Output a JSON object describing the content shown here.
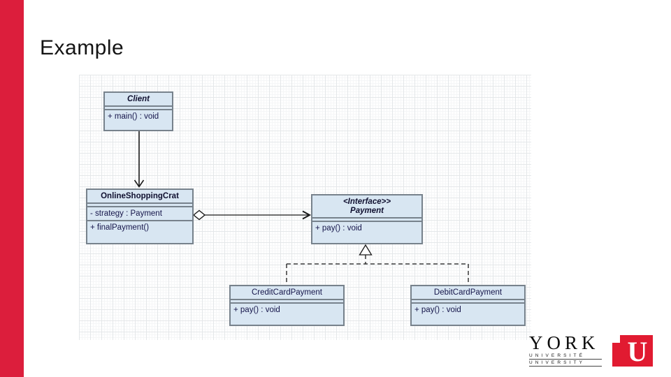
{
  "slide": {
    "title": "Example"
  },
  "diagram": {
    "classes": {
      "client": {
        "name": "Client",
        "members": [
          "+ main() : void"
        ]
      },
      "cart": {
        "name": "OnlineShoppingCrat",
        "attribute": "- strategy : Payment",
        "method": "+ finalPayment()"
      },
      "payment": {
        "stereotype": "<Interface>>",
        "name": "Payment",
        "method": "+ pay() : void"
      },
      "credit": {
        "name": "CreditCardPayment",
        "method": "+ pay() : void"
      },
      "debit": {
        "name": "DebitCardPayment",
        "method": "+ pay() : void"
      }
    },
    "relationships": [
      {
        "from": "Client",
        "to": "OnlineShoppingCrat",
        "type": "directed-association"
      },
      {
        "from": "OnlineShoppingCrat",
        "to": "Payment",
        "type": "aggregation"
      },
      {
        "from": "CreditCardPayment",
        "to": "Payment",
        "type": "realization"
      },
      {
        "from": "DebitCardPayment",
        "to": "Payment",
        "type": "realization"
      }
    ]
  },
  "logo": {
    "wordmark": "YORK",
    "subline1": "UNIVERSITÉ",
    "subline2": "UNIVERSITY",
    "mark": "U"
  },
  "colors": {
    "accent_red": "#dc1e3c",
    "logo_red": "#e11b31",
    "box_fill": "#d8e6f2",
    "box_border": "#77828c"
  }
}
